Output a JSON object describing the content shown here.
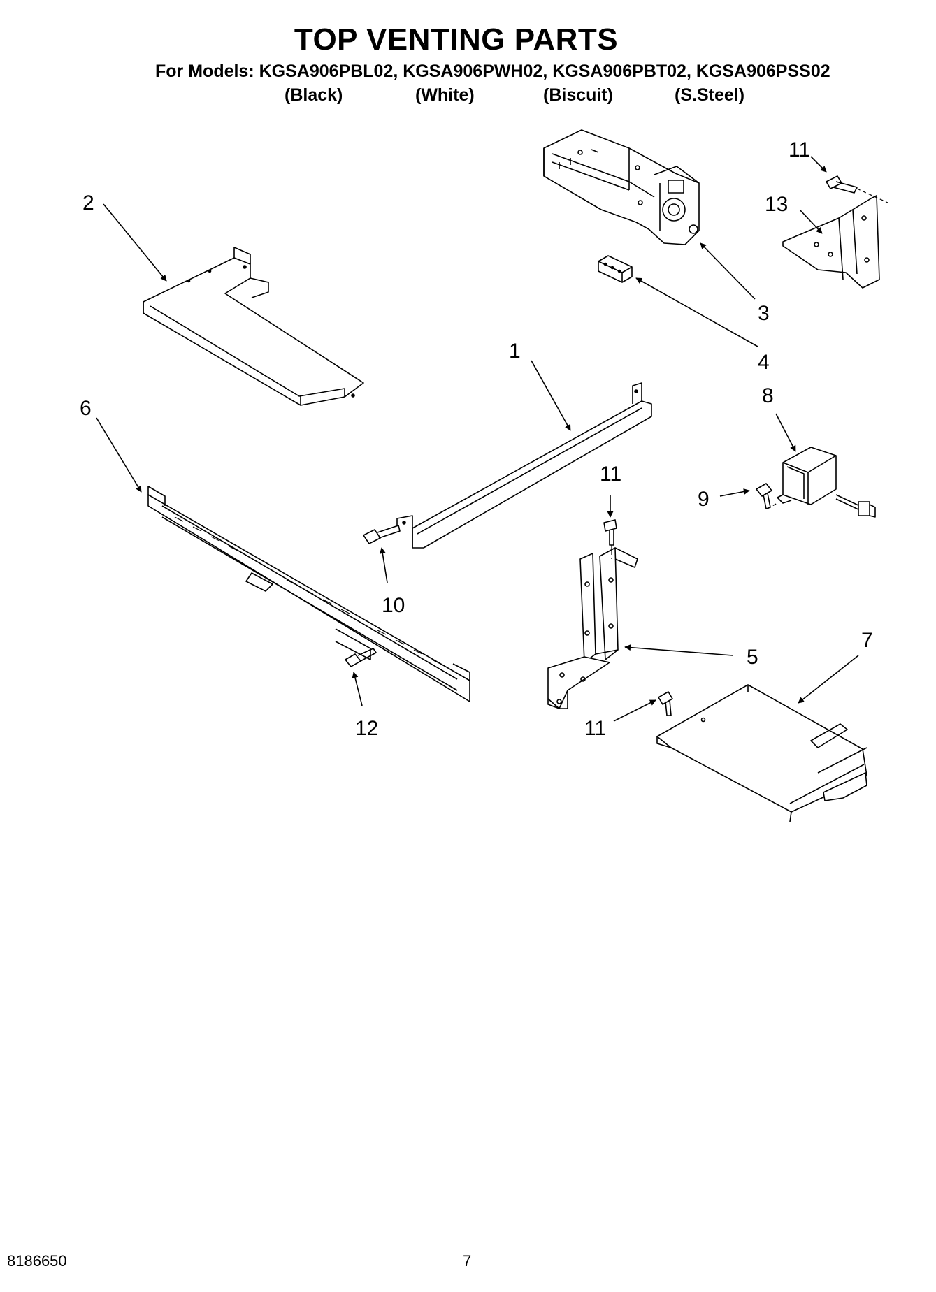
{
  "header": {
    "title": "TOP VENTING PARTS",
    "models_line": "For Models: KGSA906PBL02, KGSA906PWH02, KGSA906PBT02, KGSA906PSS02",
    "colors": [
      "(Black)",
      "(White)",
      "(Biscuit)",
      "(S.Steel)"
    ]
  },
  "callouts": {
    "c1": "1",
    "c2": "2",
    "c3": "3",
    "c4": "4",
    "c5": "5",
    "c6": "6",
    "c7": "7",
    "c8": "8",
    "c9": "9",
    "c10": "10",
    "c11a": "11",
    "c11b": "11",
    "c11c": "11",
    "c12": "12",
    "c13": "13"
  },
  "footer": {
    "part_number": "8186650",
    "page_number": "7"
  }
}
